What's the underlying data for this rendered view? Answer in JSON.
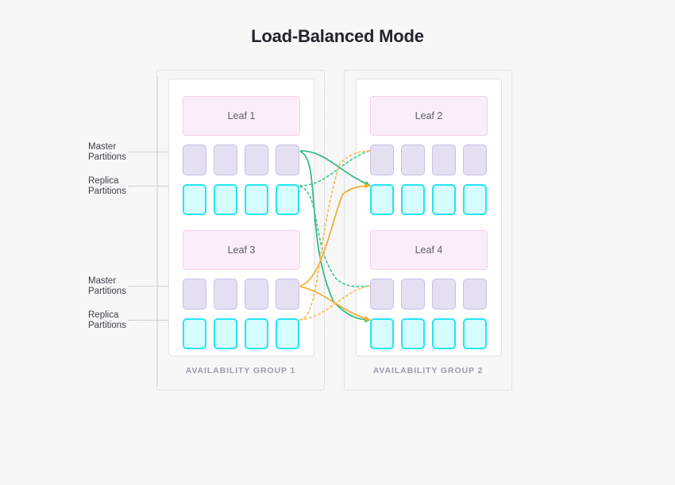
{
  "title": "Load-Balanced Mode",
  "colors": {
    "background": "#f7f7f8",
    "title": "#22252a",
    "leaf_fill": "#fbeefa",
    "leaf_border": "#f6cfee",
    "master_fill": "#e4e0f2",
    "master_border": "#c8c0e6",
    "replica_fill": "#d6fdff",
    "replica_border": "#23e5f5",
    "connector_green": "#2eb87e",
    "connector_orange": "#f5ac30",
    "caption": "#9b9bab"
  },
  "labels": {
    "master": {
      "line1": "Master",
      "line2": "Partitions"
    },
    "replica": {
      "line1": "Replica",
      "line2": "Partitions"
    }
  },
  "groups": [
    {
      "caption": "AVAILABILITY GROUP 1",
      "leaves": [
        {
          "name": "Leaf 1",
          "master_count": 4,
          "replica_count": 4
        },
        {
          "name": "Leaf 3",
          "master_count": 4,
          "replica_count": 4
        }
      ]
    },
    {
      "caption": "AVAILABILITY GROUP 2",
      "leaves": [
        {
          "name": "Leaf 2",
          "master_count": 4,
          "replica_count": 4
        },
        {
          "name": "Leaf 4",
          "master_count": 4,
          "replica_count": 4
        }
      ]
    }
  ],
  "connectors": [
    {
      "from": "leaf1-master",
      "to": "leaf2-replica",
      "color": "#2eb87e",
      "style": "solid",
      "arrow": true
    },
    {
      "from": "leaf1-master",
      "to": "leaf4-replica",
      "color": "#2eb87e",
      "style": "solid",
      "arrow": true
    },
    {
      "from": "leaf1-replica",
      "to": "leaf2-master",
      "color": "#2eb87e",
      "style": "dashed",
      "arrow": false
    },
    {
      "from": "leaf1-replica",
      "to": "leaf4-master",
      "color": "#2eb87e",
      "style": "dashed",
      "arrow": false
    },
    {
      "from": "leaf3-master",
      "to": "leaf2-replica",
      "color": "#f5ac30",
      "style": "solid",
      "arrow": true
    },
    {
      "from": "leaf3-master",
      "to": "leaf4-replica",
      "color": "#f5ac30",
      "style": "solid",
      "arrow": true
    },
    {
      "from": "leaf3-replica",
      "to": "leaf2-master",
      "color": "#f5ac30",
      "style": "dashed",
      "arrow": false
    },
    {
      "from": "leaf3-replica",
      "to": "leaf4-master",
      "color": "#f5ac30",
      "style": "dashed",
      "arrow": false
    }
  ]
}
